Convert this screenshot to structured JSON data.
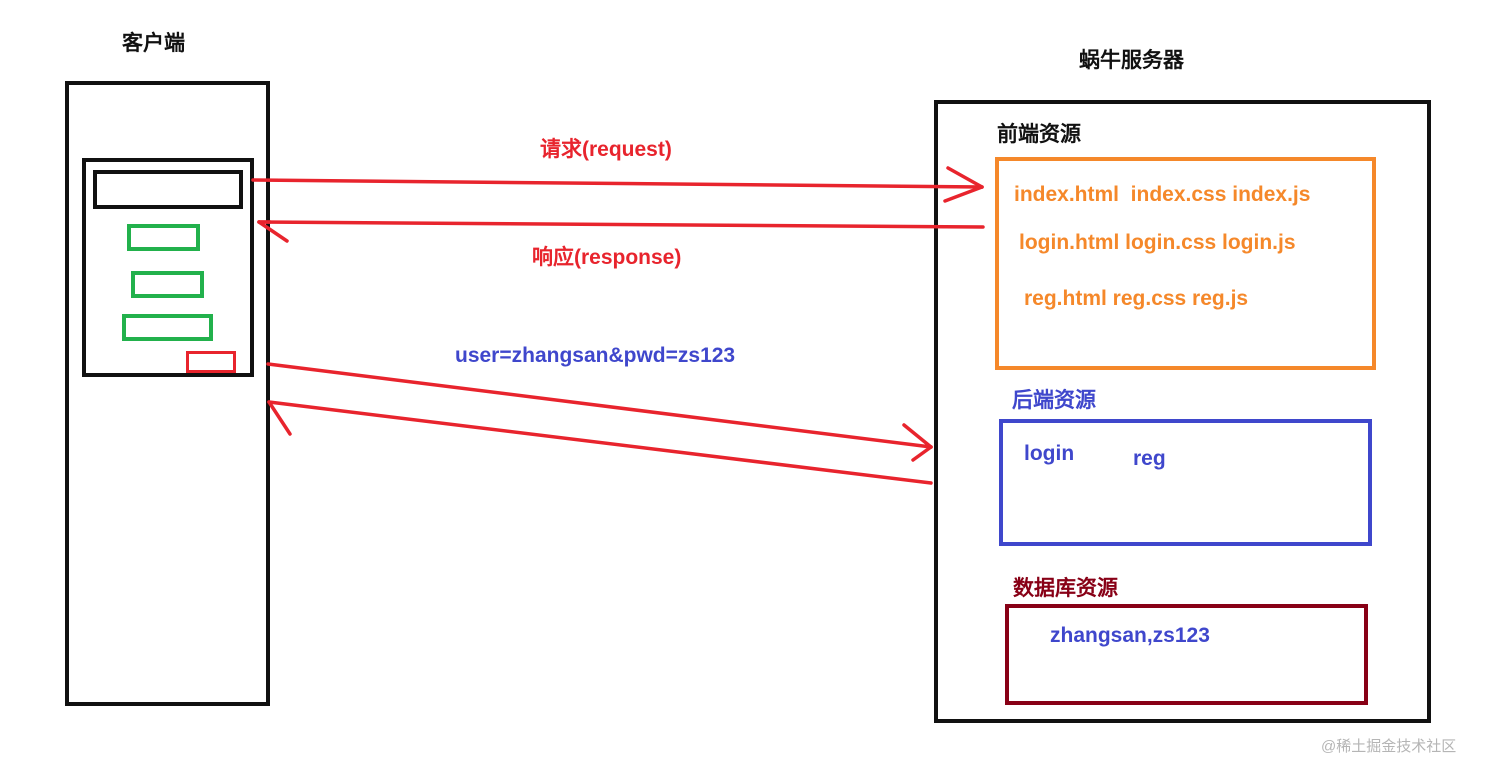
{
  "client": {
    "title": "客户端"
  },
  "server": {
    "title": "蜗牛服务器",
    "frontend": {
      "title": "前端资源",
      "files": [
        "index.html  index.css index.js",
        "login.html login.css login.js",
        "reg.html reg.css reg.js"
      ]
    },
    "backend": {
      "title": "后端资源",
      "items": [
        "login",
        "reg"
      ]
    },
    "database": {
      "title": "数据库资源",
      "record": "zhangsan,zs123"
    }
  },
  "arrows": {
    "request_label": "请求(request)",
    "response_label": "响应(response)",
    "form_data_label": "user=zhangsan&pwd=zs123"
  },
  "watermark": "@稀土掘金技术社区",
  "colors": {
    "black": "#111111",
    "red": "#e8242d",
    "orange": "#f5882a",
    "blue": "#3f47cc",
    "green": "#22b14c",
    "dark_red": "#880016"
  }
}
